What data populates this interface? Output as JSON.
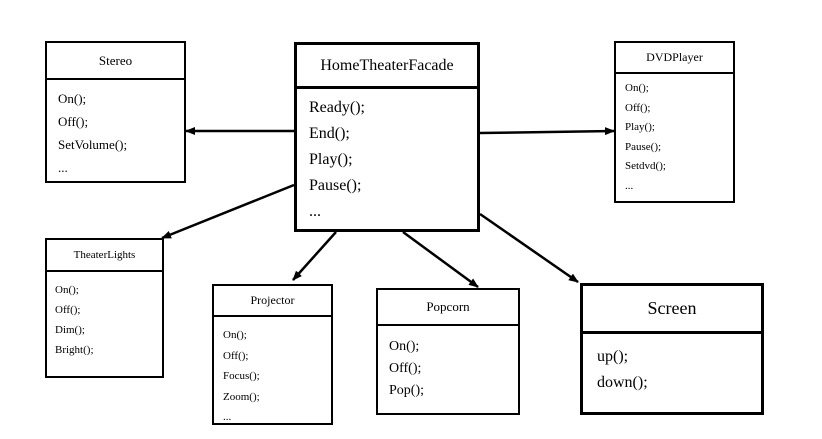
{
  "classes": {
    "facade": {
      "name": "HomeTheaterFacade",
      "methods": [
        "Ready();",
        "End();",
        "Play();",
        "Pause();",
        "..."
      ]
    },
    "stereo": {
      "name": "Stereo",
      "methods": [
        "On();",
        "Off();",
        "SetVolume();",
        "..."
      ]
    },
    "dvd": {
      "name": "DVDPlayer",
      "methods": [
        "On();",
        "Off();",
        "Play();",
        "Pause();",
        "Setdvd();",
        "..."
      ]
    },
    "lights": {
      "name": "TheaterLights",
      "methods": [
        "On();",
        "Off();",
        "Dim();",
        "Bright();"
      ]
    },
    "projector": {
      "name": "Projector",
      "methods": [
        "On();",
        "Off();",
        "Focus();",
        "Zoom();",
        "..."
      ]
    },
    "popcorn": {
      "name": "Popcorn",
      "methods": [
        "On();",
        "Off();",
        "Pop();"
      ]
    },
    "screen": {
      "name": "Screen",
      "methods": [
        "up();",
        "down();"
      ]
    }
  },
  "associations": [
    {
      "from": "facade",
      "to": "stereo"
    },
    {
      "from": "facade",
      "to": "dvd"
    },
    {
      "from": "facade",
      "to": "lights"
    },
    {
      "from": "facade",
      "to": "projector"
    },
    {
      "from": "facade",
      "to": "popcorn"
    },
    {
      "from": "facade",
      "to": "screen"
    }
  ]
}
